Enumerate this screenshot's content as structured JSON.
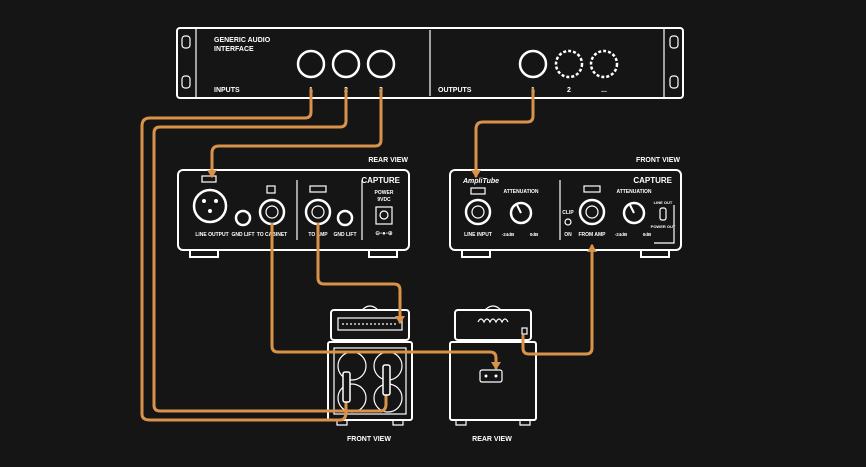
{
  "interface": {
    "name_line1": "GENERIC AUDIO",
    "name_line2": "INTERFACE",
    "inputs_label": "INPUTS",
    "outputs_label": "OUTPUTS",
    "input_numbers": [
      "1",
      "2",
      "3"
    ],
    "output_numbers": [
      "1",
      "2",
      "..."
    ]
  },
  "capture_rear": {
    "view_label": "REAR VIEW",
    "brand": "CAPTURE",
    "jacks": [
      "LINE OUTPUT",
      "GND LIFT",
      "TO CABINET",
      "TO AMP",
      "GND LIFT"
    ],
    "power_line1": "POWER",
    "power_line2": "9VDC"
  },
  "capture_front": {
    "view_label": "FRONT VIEW",
    "brand": "CAPTURE",
    "logo": "AmpliTube",
    "line_input": "LINE INPUT",
    "attenuation": "ATTENUATION",
    "att_min": "-24dB",
    "att_max": "0dB",
    "clip": "CLIP",
    "on": "ON",
    "from_amp": "FROM AMP",
    "switch_top": "LINE OUT",
    "switch_bottom": "POWER OUT"
  },
  "amp_stack_front": {
    "view_label": "FRONT VIEW"
  },
  "amp_stack_rear": {
    "view_label": "REAR VIEW"
  },
  "colors": {
    "background": "#151515",
    "cable": "#d9924a",
    "line": "#ffffff"
  }
}
